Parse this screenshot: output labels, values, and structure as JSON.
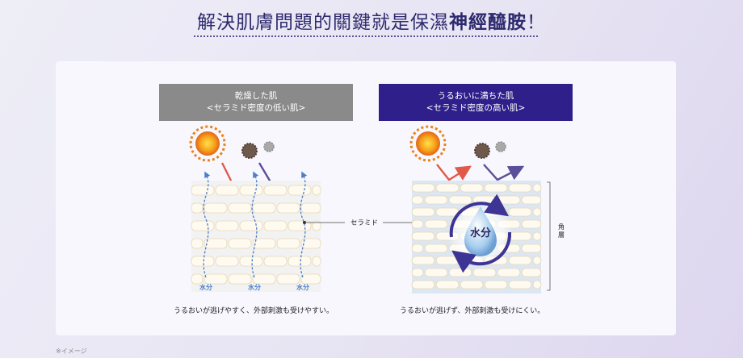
{
  "headline": {
    "part1": "解決肌膚問題的關鍵就是保濕",
    "part2": "神經醯胺",
    "part3": "！"
  },
  "left_panel": {
    "title_line1": "乾燥した肌",
    "title_line2": "<セラミド密度の低い肌>",
    "water_labels": [
      "水分",
      "水分",
      "水分"
    ],
    "caption": "うるおいが逃げやすく、外部刺激も受けやすい。"
  },
  "ceramide_label": "セラミド",
  "right_panel": {
    "title_line1": "うるおいに満ちた肌",
    "title_line2": "<セラミド密度の高い肌>",
    "water_label": "水分",
    "side_label": "角層",
    "caption": "うるおいが逃げず、外部刺激も受けにくい。"
  },
  "footnote": "※イメージ",
  "colors": {
    "headline": "#2d2a6e",
    "left_box": "#8a8a8a",
    "right_box": "#2e1f8a",
    "arrow_red": "#e05a4a",
    "arrow_purple": "#5a4f9a"
  }
}
